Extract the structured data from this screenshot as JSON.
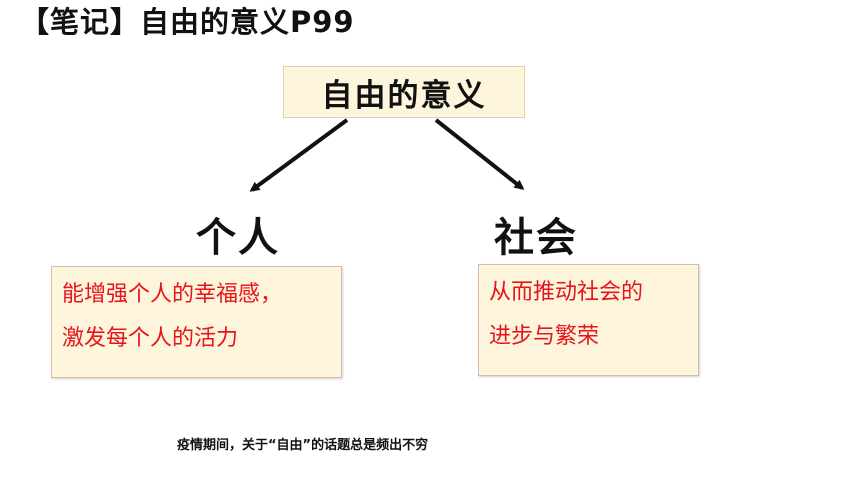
{
  "header": {
    "title": "【笔记】自由的意义P99"
  },
  "diagram": {
    "root": "自由的意义",
    "branches": [
      {
        "label": "个人",
        "lines": [
          "能增强个人的幸福感，",
          "激发每个人的活力"
        ]
      },
      {
        "label": "社会",
        "lines": [
          "从而推动社会的",
          "进步与繁荣"
        ]
      }
    ],
    "colors": {
      "box_fill": "#fdf5dc",
      "note_text": "#e8141a",
      "arrow": "#111111"
    }
  },
  "footer": {
    "caption": "疫情期间，关于“自由”的话题总是频出不穷"
  }
}
